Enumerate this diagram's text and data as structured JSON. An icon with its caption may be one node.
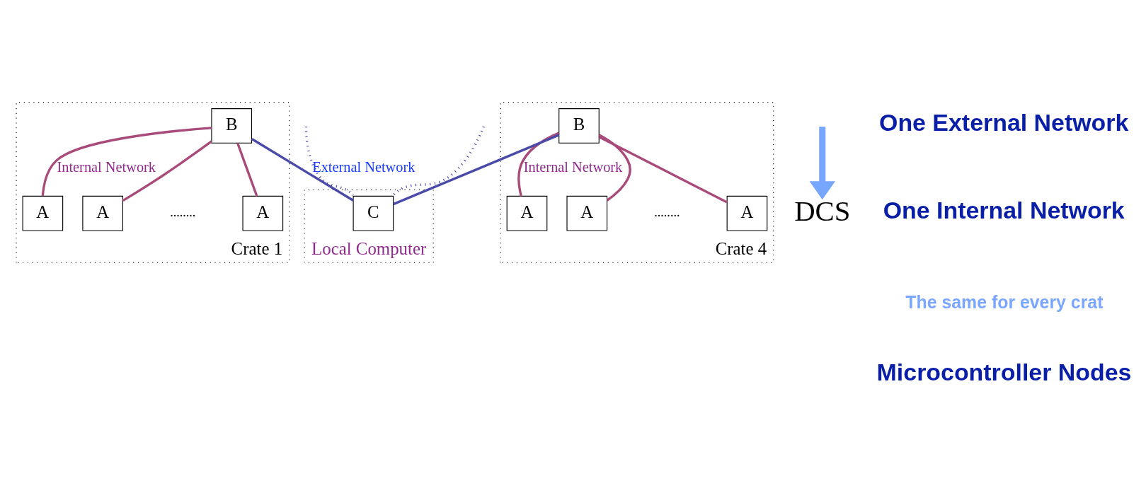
{
  "diagram": {
    "nodes": [
      {
        "text": [
          "Crate 1"
        ]
      },
      {
        "text": [
          "A"
        ],
        "in": 0
      },
      {
        "text": [
          "A"
        ],
        "in": 0
      },
      {
        "text": [
          "A"
        ],
        "in": 0
      },
      {
        "text": [
          "B"
        ],
        "in": 0
      },
      {
        "text": [
          "Crate 4"
        ]
      },
      {
        "text": [
          "A"
        ],
        "in": 5
      },
      {
        "text": [
          "A"
        ],
        "in": 5
      },
      {
        "text": [
          "A"
        ],
        "in": 5
      },
      {
        "text": [
          "B"
        ],
        "in": 5
      },
      {
        "text": [
          "Local Computer"
        ]
      },
      {
        "text": [
          "C"
        ],
        "in": 10
      },
      {
        "text": [
          "DCS"
        ]
      }
    ],
    "edges": [
      {
        "from": 4,
        "to": 1,
        "arrow": "none",
        "label": "Internal Network"
      },
      {
        "from": 4,
        "to": 2,
        "arrow": "none"
      },
      {
        "from": 4,
        "to": 3,
        "arrow": "none"
      },
      {
        "from": 9,
        "to": 6,
        "arrow": "none",
        "label": "Internal Network"
      },
      {
        "from": 9,
        "to": 7,
        "arrow": "none"
      },
      {
        "from": 9,
        "to": 8,
        "arrow": "none"
      },
      {
        "from": 4,
        "to": 11,
        "arrow": "none",
        "color": "#4a4aa8",
        "label": "External Network"
      },
      {
        "from": 9,
        "to": 11,
        "arrow": "none",
        "color": "#4a4aa8"
      },
      {
        "from": null,
        "to": 11,
        "arrow": "none",
        "style": "dashed",
        "color": "#4a4aa8"
      },
      {
        "from": null,
        "to": 11,
        "arrow": "none",
        "style": "dashed",
        "color": "#4a4aa8"
      },
      {
        "from": null,
        "to": 12,
        "arrow": "to",
        "style": "thick",
        "color": "#77a6ff"
      }
    ],
    "labels": [
      "........",
      "One External Network",
      "One Internal Network",
      "The same for every crat",
      "........",
      "Microcontroller Nodes"
    ]
  }
}
